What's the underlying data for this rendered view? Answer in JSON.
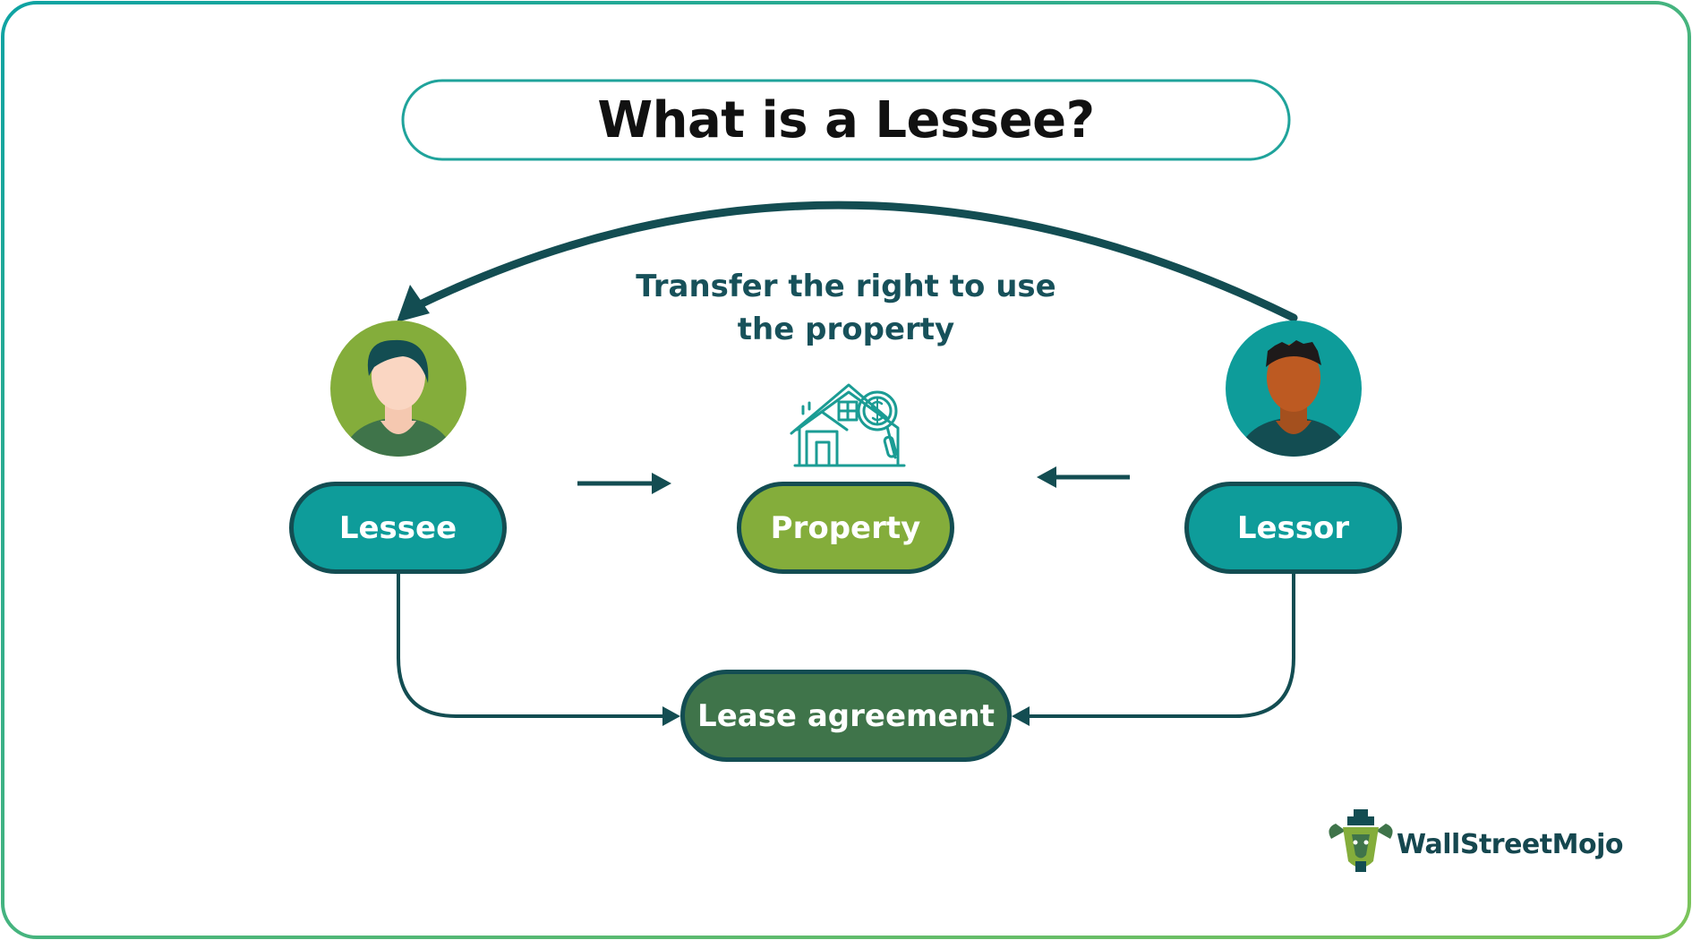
{
  "title": "What is a Lessee?",
  "caption_line1": "Transfer the right to use",
  "caption_line2": "the property",
  "nodes": {
    "lessee": "Lessee",
    "property": "Property",
    "lessor": "Lessor",
    "lease_agreement": "Lease agreement"
  },
  "brand": {
    "name": "WallStreetMojo",
    "logo_icon": "bull-logo-icon"
  },
  "icons": [
    "lessee-avatar-icon",
    "lessor-avatar-icon",
    "house-search-icon"
  ],
  "colors": {
    "teal": "#0e9c9a",
    "green": "#84ad3b",
    "dark_green": "#3f744a",
    "outline": "#134d52",
    "text_dark": "#17515a"
  }
}
